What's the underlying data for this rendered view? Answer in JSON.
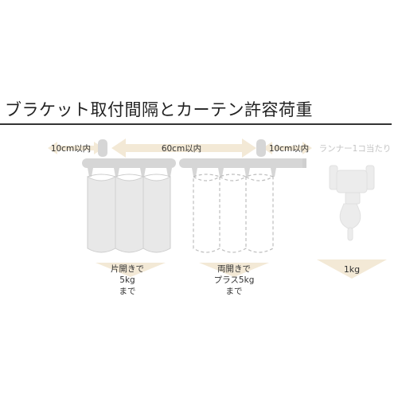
{
  "title": "ブラケット取付間隔とカーテン許容荷重",
  "spacing": {
    "left_edge": "10cm以内",
    "middle": "60cm以内",
    "right_edge": "10cm以内"
  },
  "runner_label": "ランナー1コ当たり",
  "loads": {
    "single_open": [
      "片開きで",
      "5kg",
      "まで"
    ],
    "double_open": [
      "両開きで",
      "プラス5kg",
      "まで"
    ],
    "per_runner": "1kg"
  },
  "colors": {
    "rail": "#d6d6d6",
    "curtain_fill": "#e8e8e8",
    "curtain_stroke": "#c8c8c8",
    "arrow": "#f3e9d6",
    "runner": "#ececec"
  }
}
